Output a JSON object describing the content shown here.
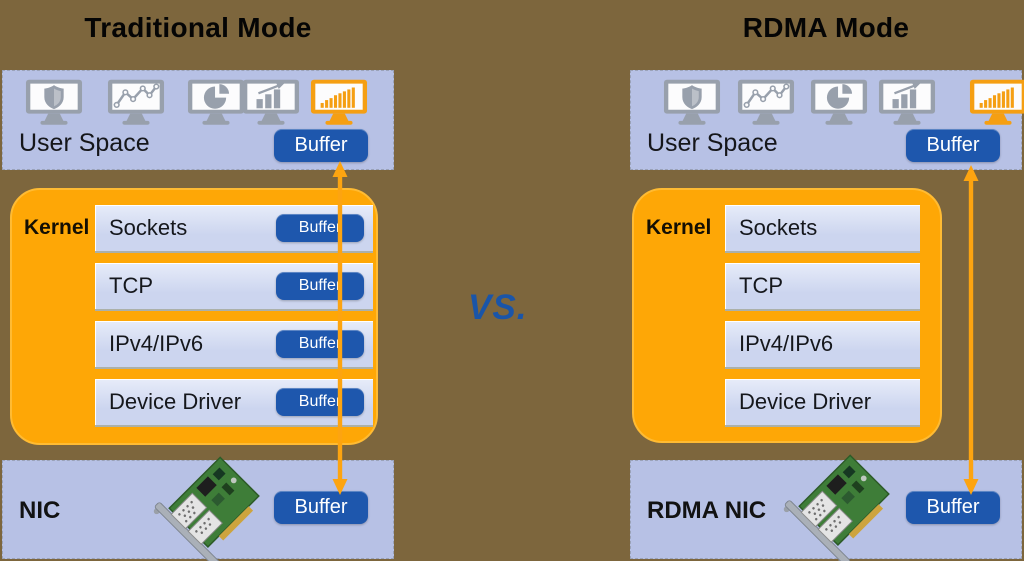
{
  "diagram": {
    "vs_label": "VS.",
    "left": {
      "title": "Traditional Mode",
      "user_space_label": "User Space",
      "kernel_label": "Kernel",
      "layers": [
        "Sockets",
        "TCP",
        "IPv4/IPv6",
        "Device Driver"
      ],
      "nic_label": "NIC",
      "buffer_label": "Buffer"
    },
    "right": {
      "title": "RDMA Mode",
      "user_space_label": "User Space",
      "kernel_label": "Kernel",
      "layers": [
        "Sockets",
        "TCP",
        "IPv4/IPv6",
        "Device Driver"
      ],
      "nic_label": "RDMA NIC",
      "buffer_label": "Buffer"
    },
    "icons": {
      "monitors": [
        "shield-monitor-icon",
        "line-chart-monitor-icon",
        "pie-chart-monitor-icon",
        "bar-chart-arrow-monitor-icon",
        "active-bar-chart-monitor-icon"
      ],
      "nic_card": "nic-card-icon",
      "arrows": [
        "data-path-arrow-left",
        "data-path-arrow-right"
      ]
    },
    "colors": {
      "background": "#7d663d",
      "panel": "#b7c1e5",
      "kernel": "#fea706",
      "kernel_row": "#ccd5ef",
      "buffer": "#1e57ad",
      "arrow": "#fda410",
      "vs_text": "#1a55a8",
      "title_text": "#050505"
    }
  }
}
